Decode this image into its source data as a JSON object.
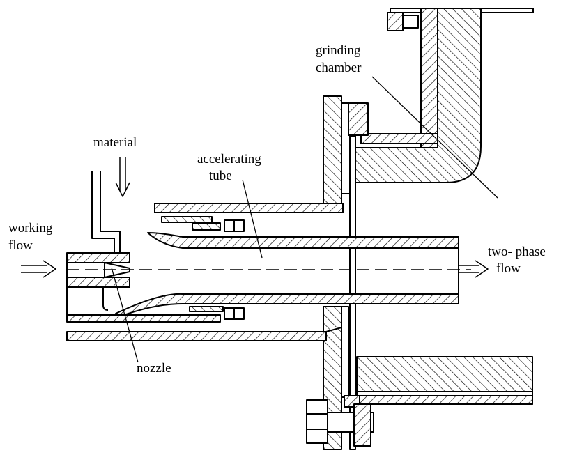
{
  "diagram": {
    "labels": {
      "grinding_chamber_line1": "grinding",
      "grinding_chamber_line2": "chamber",
      "material": "material",
      "accelerating_tube_line1": "accelerating",
      "accelerating_tube_line2": "tube",
      "working_flow_line1": "working",
      "working_flow_line2": "flow",
      "two_phase_flow_line1": "two- phase",
      "two_phase_flow_line2": "flow",
      "nozzle": "nozzle"
    },
    "colors": {
      "ink": "#000000",
      "paper": "#ffffff"
    }
  }
}
